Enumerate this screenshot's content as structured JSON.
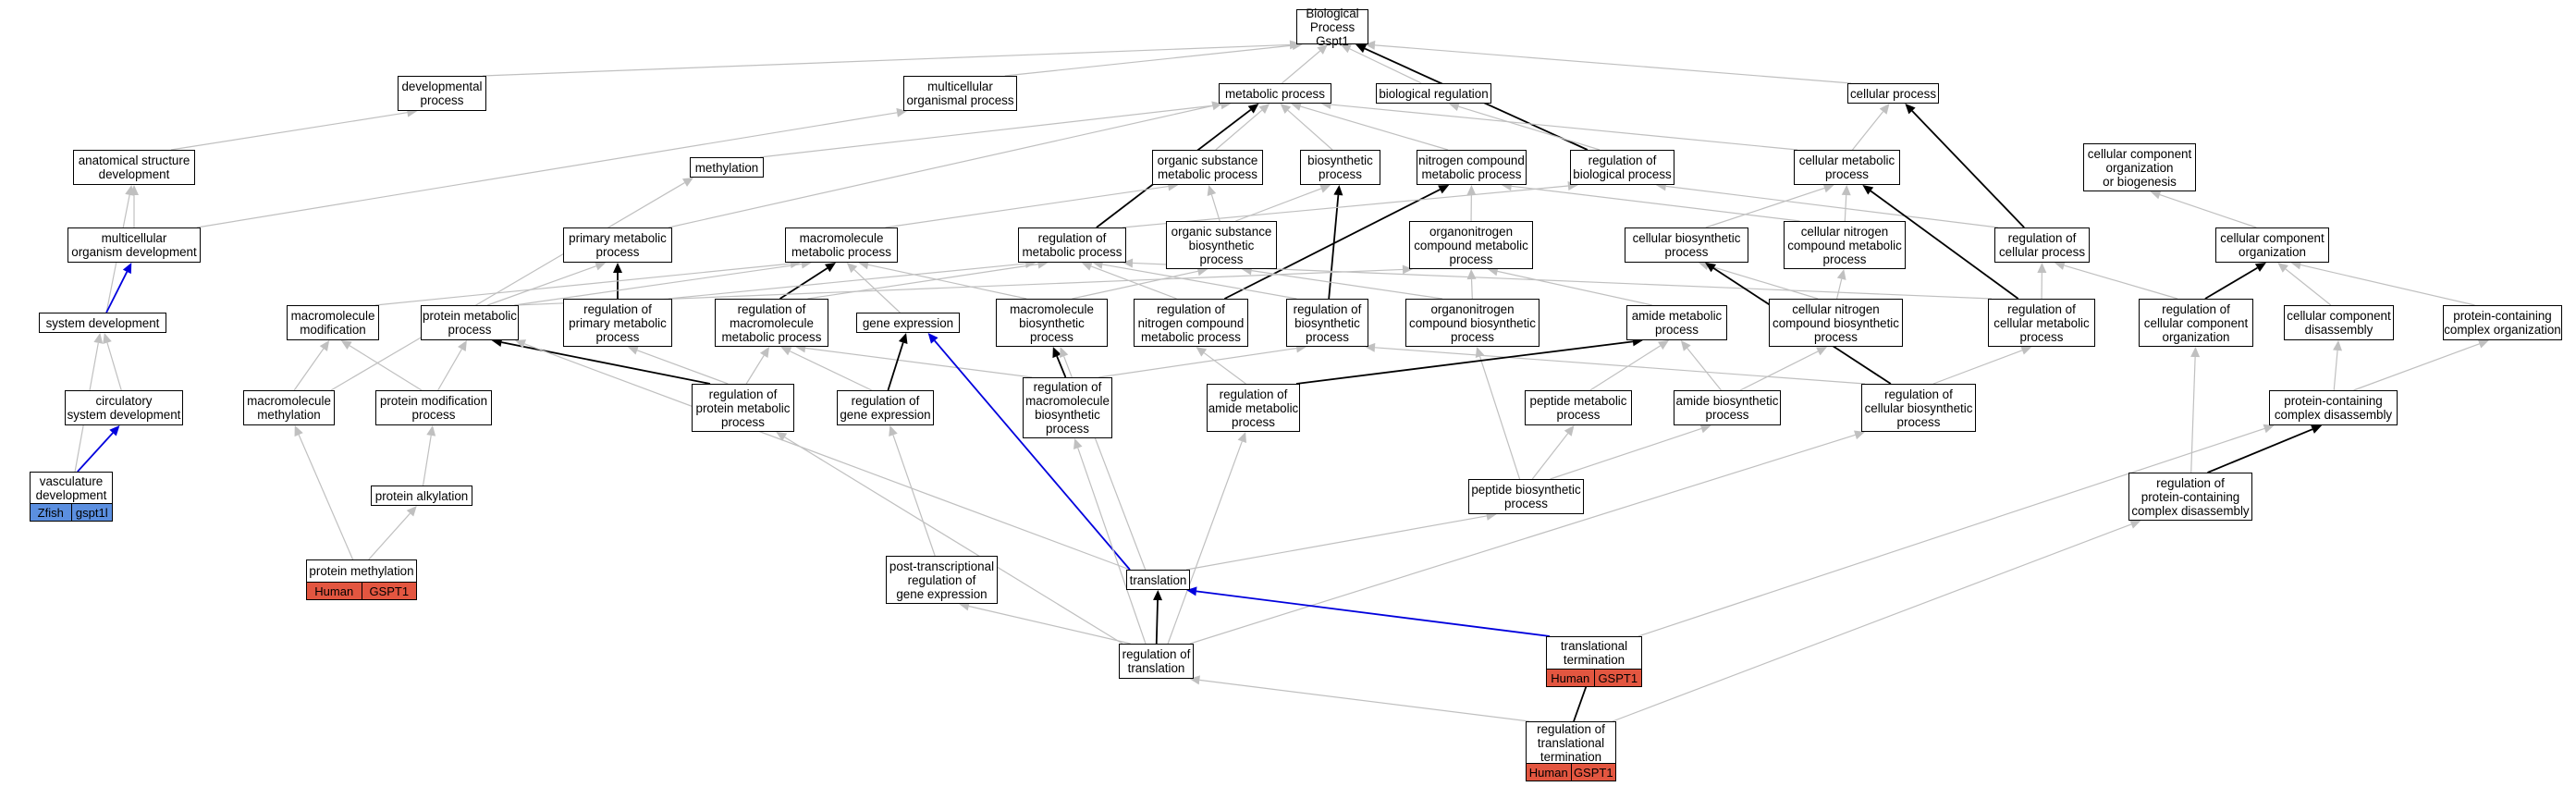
{
  "colors": {
    "edge_gray": "#c0c0c0",
    "edge_black": "#000000",
    "edge_blue": "#0000dd",
    "human": "#e35640",
    "zfish": "#5b8fe0"
  },
  "nodes": {
    "root": {
      "label": "Biological Process\nGspt1"
    },
    "developmental_process": {
      "label": "developmental\nprocess"
    },
    "multicellular_organismal_process": {
      "label": "multicellular\norganismal process"
    },
    "metabolic_process": {
      "label": "metabolic process"
    },
    "biological_regulation": {
      "label": "biological regulation"
    },
    "cellular_process": {
      "label": "cellular process"
    },
    "anatomical_structure_development": {
      "label": "anatomical structure\ndevelopment"
    },
    "methylation": {
      "label": "methylation"
    },
    "organic_substance_metabolic_process": {
      "label": "organic substance\nmetabolic process"
    },
    "biosynthetic_process": {
      "label": "biosynthetic\nprocess"
    },
    "nitrogen_compound_metabolic_process": {
      "label": "nitrogen compound\nmetabolic process"
    },
    "regulation_of_biological_process": {
      "label": "regulation of\nbiological process"
    },
    "cellular_metabolic_process": {
      "label": "cellular metabolic\nprocess"
    },
    "cellular_component_organization_or_biogenesis": {
      "label": "cellular component\norganization\nor biogenesis"
    },
    "multicellular_organism_development": {
      "label": "multicellular\norganism development"
    },
    "primary_metabolic_process": {
      "label": "primary metabolic\nprocess"
    },
    "macromolecule_metabolic_process": {
      "label": "macromolecule\nmetabolic process"
    },
    "regulation_of_metabolic_process": {
      "label": "regulation of\nmetabolic process"
    },
    "organic_substance_biosynthetic_process": {
      "label": "organic substance\nbiosynthetic\nprocess"
    },
    "organonitrogen_compound_metabolic_process": {
      "label": "organonitrogen\ncompound metabolic\nprocess"
    },
    "cellular_biosynthetic_process": {
      "label": "cellular biosynthetic\nprocess"
    },
    "cellular_nitrogen_compound_metabolic_process": {
      "label": "cellular nitrogen\ncompound metabolic\nprocess"
    },
    "regulation_of_cellular_process": {
      "label": "regulation of\ncellular process"
    },
    "cellular_component_organization": {
      "label": "cellular component\norganization"
    },
    "system_development": {
      "label": "system development"
    },
    "macromolecule_modification": {
      "label": "macromolecule\nmodification"
    },
    "protein_metabolic_process": {
      "label": "protein metabolic\nprocess"
    },
    "regulation_of_primary_metabolic_process": {
      "label": "regulation of\nprimary metabolic\nprocess"
    },
    "regulation_of_macromolecule_metabolic_process": {
      "label": "regulation of\nmacromolecule\nmetabolic process"
    },
    "gene_expression": {
      "label": "gene expression"
    },
    "macromolecule_biosynthetic_process": {
      "label": "macromolecule\nbiosynthetic\nprocess"
    },
    "regulation_of_nitrogen_compound_metabolic_process": {
      "label": "regulation of\nnitrogen compound\nmetabolic process"
    },
    "regulation_of_biosynthetic_process": {
      "label": "regulation of\nbiosynthetic\nprocess"
    },
    "organonitrogen_compound_biosynthetic_process": {
      "label": "organonitrogen\ncompound biosynthetic\nprocess"
    },
    "amide_metabolic_process": {
      "label": "amide metabolic\nprocess"
    },
    "cellular_nitrogen_compound_biosynthetic_process": {
      "label": "cellular nitrogen\ncompound biosynthetic\nprocess"
    },
    "regulation_of_cellular_metabolic_process": {
      "label": "regulation of\ncellular metabolic\nprocess"
    },
    "regulation_of_cellular_component_organization": {
      "label": "regulation of\ncellular component\norganization"
    },
    "cellular_component_disassembly": {
      "label": "cellular component\ndisassembly"
    },
    "protein_containing_complex_organization": {
      "label": "protein-containing\ncomplex organization"
    },
    "circulatory_system_development": {
      "label": "circulatory\nsystem development"
    },
    "macromolecule_methylation": {
      "label": "macromolecule\nmethylation"
    },
    "protein_modification_process": {
      "label": "protein modification\nprocess"
    },
    "regulation_of_protein_metabolic_process": {
      "label": "regulation of\nprotein metabolic\nprocess"
    },
    "regulation_of_gene_expression": {
      "label": "regulation of\ngene expression"
    },
    "regulation_of_macromolecule_biosynthetic_process": {
      "label": "regulation of\nmacromolecule\nbiosynthetic\nprocess"
    },
    "regulation_of_amide_metabolic_process": {
      "label": "regulation of\namide metabolic\nprocess"
    },
    "peptide_metabolic_process": {
      "label": "peptide metabolic\nprocess"
    },
    "amide_biosynthetic_process": {
      "label": "amide biosynthetic\nprocess"
    },
    "regulation_of_cellular_biosynthetic_process": {
      "label": "regulation of\ncellular biosynthetic\nprocess"
    },
    "protein_containing_complex_disassembly": {
      "label": "protein-containing\ncomplex disassembly"
    },
    "vasculature_development": {
      "label": "vasculature\ndevelopment",
      "badges": [
        "Zfish",
        "gspt1l"
      ]
    },
    "protein_alkylation": {
      "label": "protein alkylation"
    },
    "peptide_biosynthetic_process": {
      "label": "peptide biosynthetic\nprocess"
    },
    "regulation_of_protein_containing_complex_disassembly": {
      "label": "regulation of\nprotein-containing\ncomplex disassembly"
    },
    "protein_methylation": {
      "label": "protein methylation",
      "badges": [
        "Human",
        "GSPT1"
      ]
    },
    "post_transcriptional_regulation_of_gene_expression": {
      "label": "post-transcriptional\nregulation of\ngene expression"
    },
    "translation": {
      "label": "translation"
    },
    "translational_termination": {
      "label": "translational\ntermination",
      "badges": [
        "Human",
        "GSPT1"
      ]
    },
    "regulation_of_translation": {
      "label": "regulation of\ntranslation"
    },
    "regulation_of_translational_termination": {
      "label": "regulation of\ntranslational\ntermination",
      "badges": [
        "Human",
        "GSPT1"
      ]
    }
  }
}
